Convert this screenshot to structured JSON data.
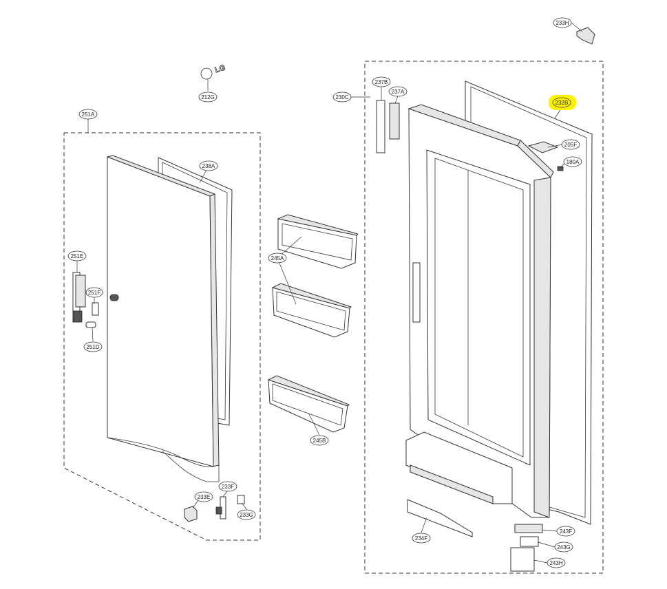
{
  "labels": {
    "p233H": "233H",
    "p212G": "212G",
    "p230C": "230C",
    "p237B": "237B",
    "p237A": "237A",
    "p232B": "232B",
    "p205F": "205F",
    "p180A": "180A",
    "p251A": "251A",
    "p238A": "238A",
    "p245A": "245A",
    "p251E": "251E",
    "p251F": "251F",
    "p251D": "251D",
    "p245B": "245B",
    "p233F": "233F",
    "p233E": "233E",
    "p233G": "233G",
    "p234F": "234F",
    "p243F": "243F",
    "p243G": "243G",
    "p243H": "243H"
  },
  "logo_text": "LG",
  "highlight_color": "#fff200",
  "line_color": "#333333"
}
